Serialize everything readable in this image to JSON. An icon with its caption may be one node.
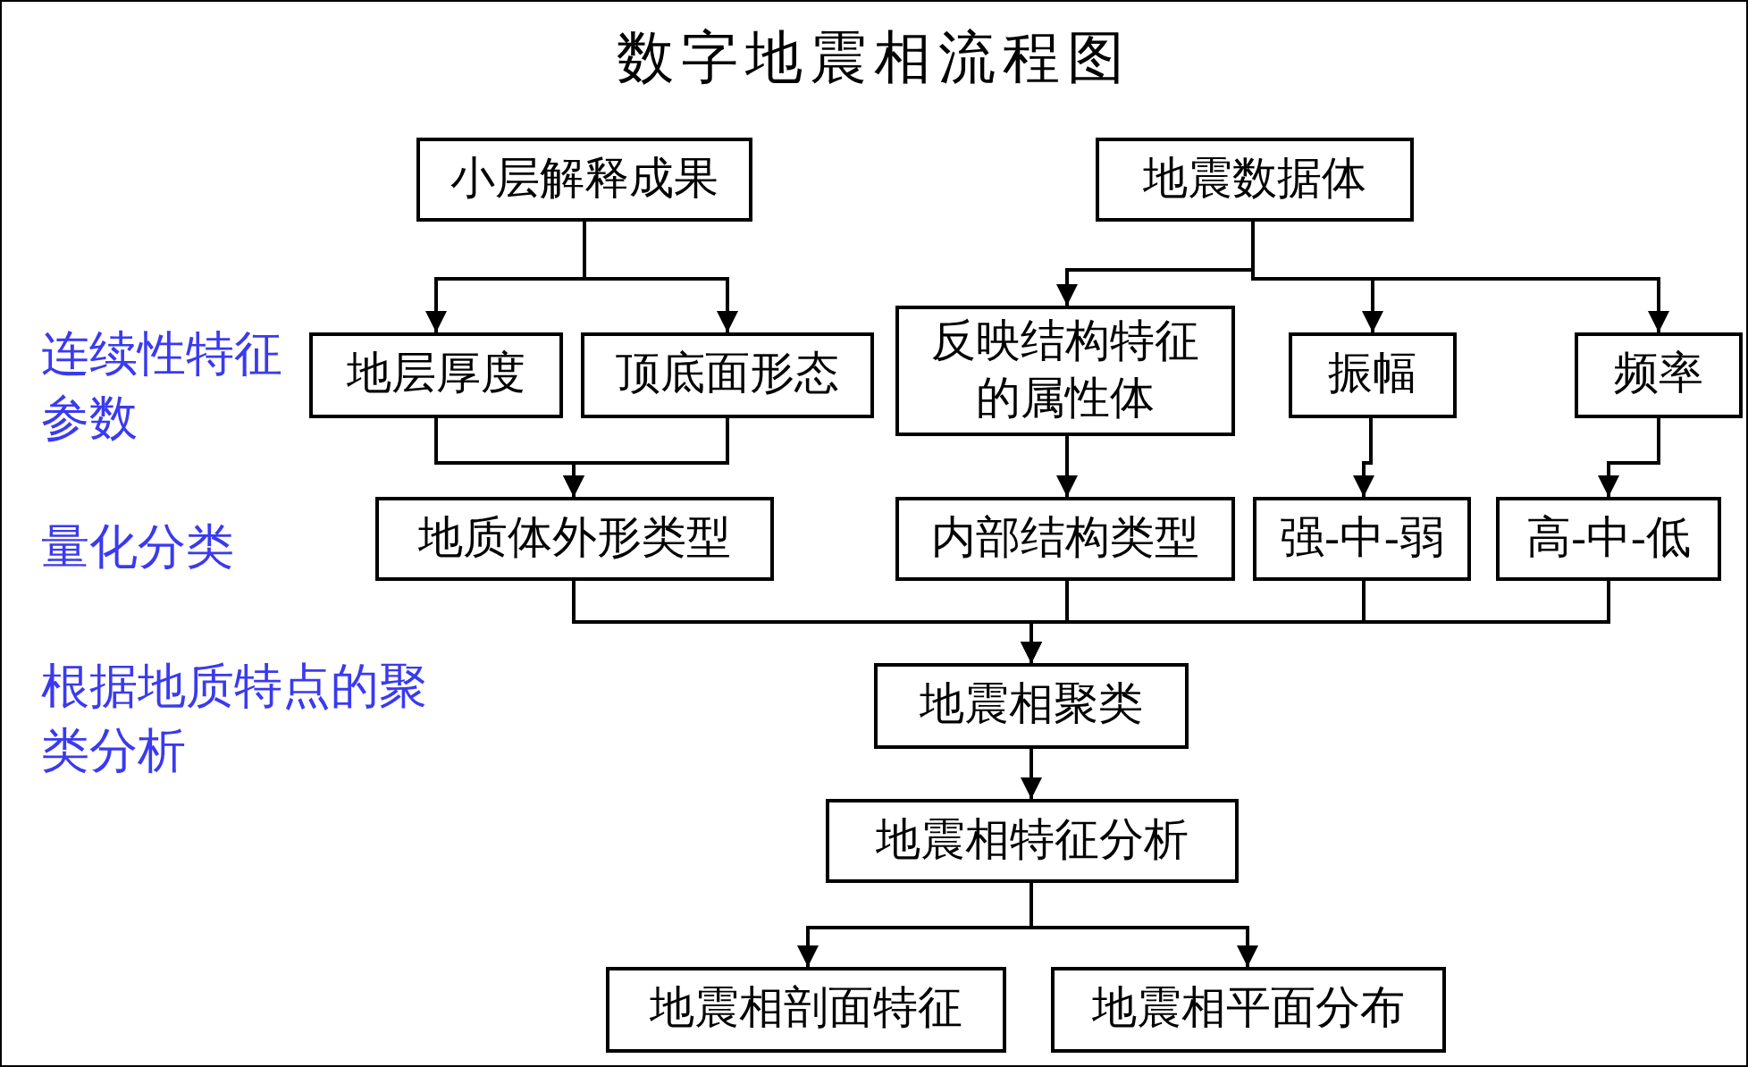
{
  "diagram": {
    "title": "数字地震相流程图",
    "nodes": [
      {
        "text": [
          "小层解释成果"
        ]
      },
      {
        "text": [
          "地震数据体"
        ]
      },
      {
        "text": [
          "地层厚度"
        ]
      },
      {
        "text": [
          "顶底面形态"
        ]
      },
      {
        "text": [
          "反映结构特征的属性体"
        ]
      },
      {
        "text": [
          "振幅"
        ]
      },
      {
        "text": [
          "频率"
        ]
      },
      {
        "text": [
          "地质体外形类型"
        ]
      },
      {
        "text": [
          "内部结构类型"
        ]
      },
      {
        "text": [
          "强-中-弱"
        ]
      },
      {
        "text": [
          "高-中-低"
        ]
      },
      {
        "text": [
          "地震相聚类"
        ]
      },
      {
        "text": [
          "地震相特征分析"
        ]
      },
      {
        "text": [
          "地震相剖面特征"
        ]
      },
      {
        "text": [
          "地震相平面分布"
        ]
      }
    ],
    "edges": [
      {
        "from": 0,
        "to": 2,
        "arrow": "to"
      },
      {
        "from": 0,
        "to": 3,
        "arrow": "to"
      },
      {
        "from": 1,
        "to": 4,
        "arrow": "to"
      },
      {
        "from": 1,
        "to": 5,
        "arrow": "to"
      },
      {
        "from": 1,
        "to": 6,
        "arrow": "to"
      },
      {
        "from": 2,
        "to": 7,
        "arrow": "to"
      },
      {
        "from": 3,
        "to": 7,
        "arrow": "to"
      },
      {
        "from": 4,
        "to": 8,
        "arrow": "to"
      },
      {
        "from": 5,
        "to": 9,
        "arrow": "to"
      },
      {
        "from": 6,
        "to": 10,
        "arrow": "to"
      },
      {
        "from": 7,
        "to": 11,
        "arrow": "to"
      },
      {
        "from": 8,
        "to": 11,
        "arrow": "to"
      },
      {
        "from": 9,
        "to": 11,
        "arrow": "to"
      },
      {
        "from": 10,
        "to": 11,
        "arrow": "to"
      },
      {
        "from": 11,
        "to": 12,
        "arrow": "to"
      },
      {
        "from": 12,
        "to": 13,
        "arrow": "to"
      },
      {
        "from": 12,
        "to": 14,
        "arrow": "to"
      }
    ],
    "labels": [
      "连续性特征参数",
      "量化分类",
      "根据地质特点的聚类分析"
    ]
  }
}
